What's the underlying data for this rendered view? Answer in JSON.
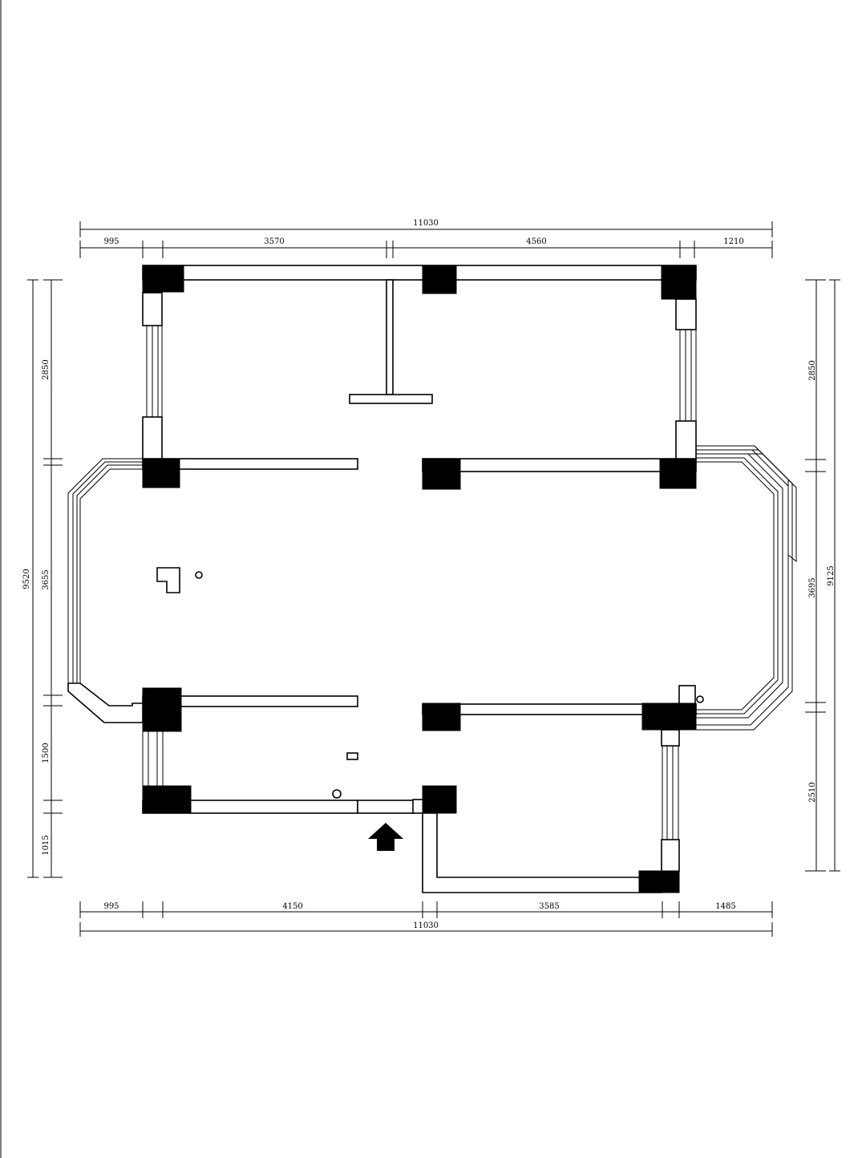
{
  "dimensions": {
    "top_total": "11030",
    "top_segments": [
      "995",
      "3570",
      "4560",
      "1210"
    ],
    "bottom_segments": [
      "995",
      "4150",
      "3585",
      "1485"
    ],
    "bottom_total": "11030",
    "left_total": "9520",
    "left_segments": [
      "2850",
      "3655",
      "1500",
      "1015"
    ],
    "right_total": "9125",
    "right_segments": [
      "2850",
      "3695",
      "2510"
    ]
  },
  "colors": {
    "line": "#000000",
    "background": "#ffffff"
  },
  "entrance": {
    "icon": "entrance-arrow-icon"
  }
}
